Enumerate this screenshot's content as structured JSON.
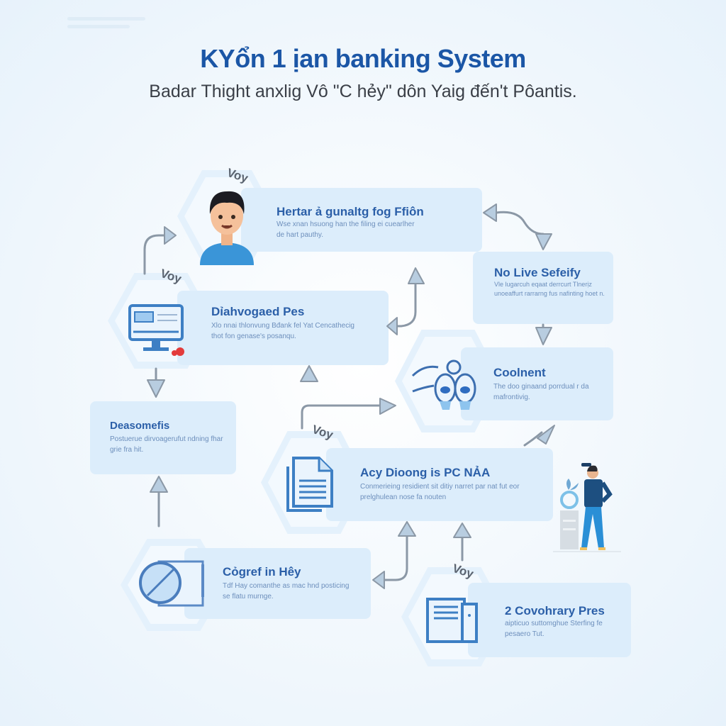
{
  "header": {
    "title": "KYổn 1 ịan banking System",
    "subtitle": "Badar Thight anxlig Vô \"C hẻy\" dôn Yaig đến't Pôantis."
  },
  "colors": {
    "title": "#1b56a6",
    "card_fill": "#dcedfb",
    "card_title": "#2b5fa8",
    "card_desc": "#6d8fbc",
    "arrow": "#8b98a6",
    "arrow_fill": "#b8cde0"
  },
  "stamp_label": "Voy",
  "nodes": [
    {
      "id": "n1",
      "icon": "user-avatar-icon",
      "title": "Hertar ả gunaltg fog Ffiôn",
      "desc": "Wse xnan hsuong han the filing ei cuearlher de hart pauthy.",
      "stamp": "Voy"
    },
    {
      "id": "n2",
      "icon": "monitor-icon",
      "title": "Dỉahvogaed Pes",
      "desc": "Xlo nnai thlonvung Bđank fel Yat Cencathecig thot fon genase's posanqu.",
      "stamp": "Voy"
    },
    {
      "id": "n3",
      "icon": null,
      "title": "No Live Sefeify",
      "desc": "Vle lugarcuh eqaat derrcurt Tlnerịz unoeaffurt rarrarng fus nafinting hoet n."
    },
    {
      "id": "n4",
      "icon": "hands-coins-icon",
      "title": "Coolnent",
      "desc": "The doo ginaand porrdual r da mafrontivig."
    },
    {
      "id": "n5",
      "icon": null,
      "title": "Deasomefis",
      "desc": "Postuerue dirvoagerufut ndning fhar grie fra hit."
    },
    {
      "id": "n6",
      "icon": "document-icon",
      "title": "Acy Dioong is PC NẢA",
      "desc": "Conmerieing residient sit ditiy narret par nat fut eor prelghulean nose fa nouten",
      "stamp": "Voy"
    },
    {
      "id": "n7",
      "icon": "disc-card-icon",
      "title": "Cỏgref in Hêy",
      "desc": "Tdf Hay comanthe as mac hnd posticing se flatu murnge."
    },
    {
      "id": "n8",
      "icon": "file-cabinet-icon",
      "title": "2 Covohrary Pres",
      "desc": "aipticuo suttomghue Sterfing fe pesaero Tut.",
      "stamp": "Voy"
    }
  ],
  "illustration": {
    "name": "person-standing-illustration"
  }
}
